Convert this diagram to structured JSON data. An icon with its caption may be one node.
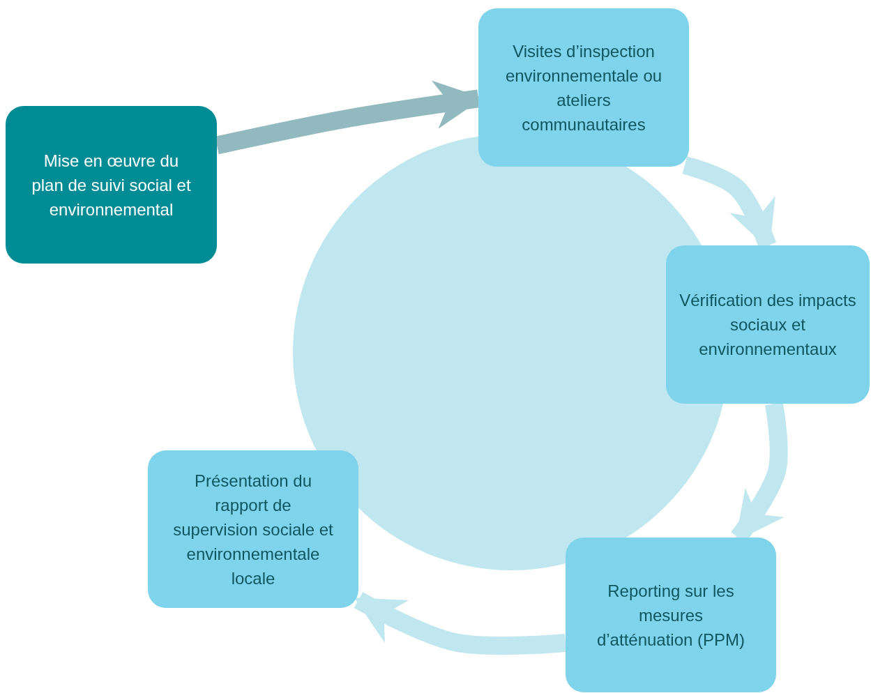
{
  "diagram": {
    "nodes": [
      {
        "text": [
          "Mise en œuvre du plan de suivi social et environnemental"
        ]
      },
      {
        "text": [
          "Visites d’inspection environnementale ou ateliers communautaires"
        ]
      },
      {
        "text": [
          "Vérification des impacts sociaux et environnementaux"
        ]
      },
      {
        "text": [
          "Reporting sur les mesures d’atténuation (PPM)"
        ]
      },
      {
        "text": [
          "Présentation du rapport de supervision sociale et environnementale locale"
        ]
      }
    ],
    "edges": [
      {
        "from": 0,
        "to": 1,
        "arrow": "to",
        "color": "#93b9c0"
      },
      {
        "from": 1,
        "to": 2,
        "arrow": "to"
      },
      {
        "from": 2,
        "to": 3,
        "arrow": "to"
      },
      {
        "from": 3,
        "to": 4,
        "arrow": "to"
      }
    ]
  }
}
